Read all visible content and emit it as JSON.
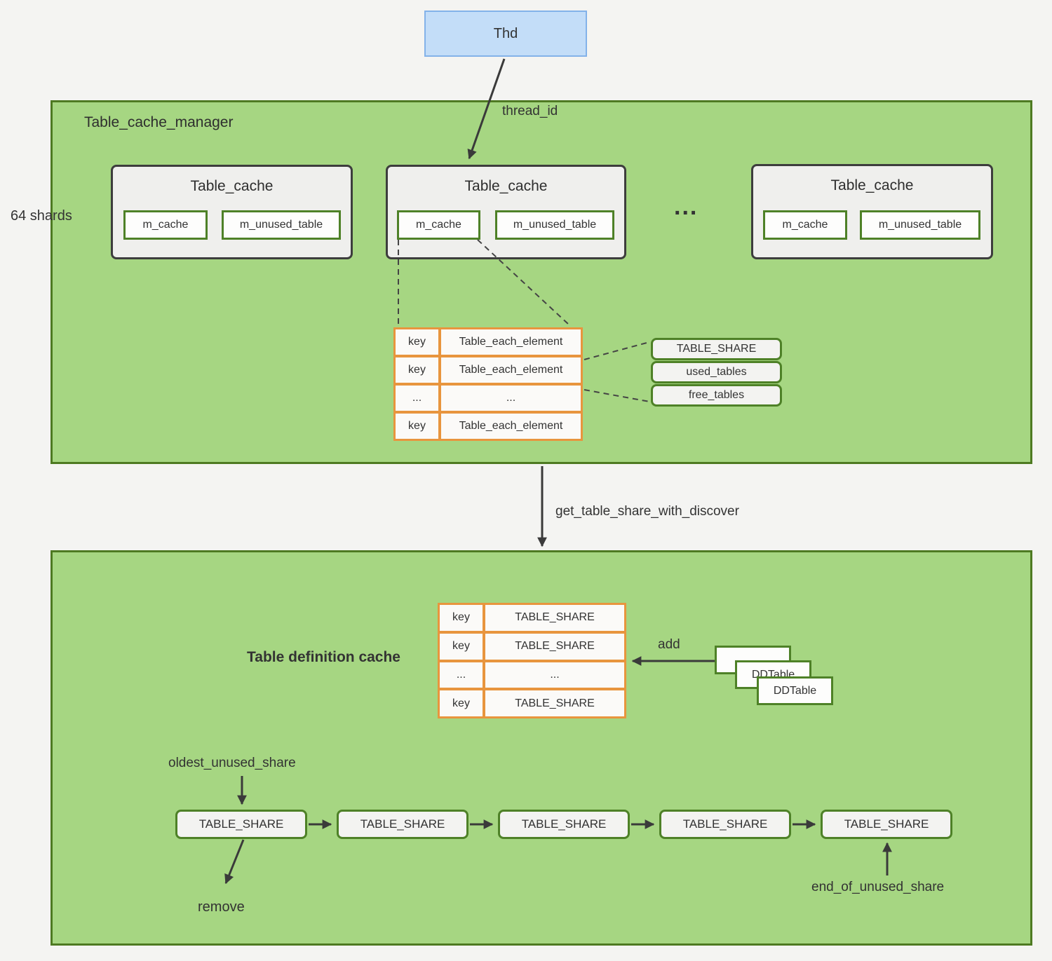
{
  "colors": {
    "background": "#f4f4f2",
    "panel_green": "#a6d682",
    "panel_border": "#4e7a22",
    "card_fill": "#efefed",
    "card_border": "#3d3d3d",
    "node_border_green": "#4e8127",
    "node_fill": "#f3f3f1",
    "orange": "#e8953e",
    "thd_fill": "#c3ddf8",
    "thd_border": "#83b2e9",
    "arrow": "#3a3a3a"
  },
  "thd": {
    "label": "Thd"
  },
  "labels": {
    "thread_id": "thread_id",
    "get_table_share": "get_table_share_with_discover",
    "add": "add",
    "remove": "remove",
    "oldest_unused_share": "oldest_unused_share",
    "end_of_unused_share": "end_of_unused_share",
    "shards": "64 shards",
    "ellipsis": "..."
  },
  "manager": {
    "title": "Table_cache_manager",
    "caches": [
      {
        "title": "Table_cache",
        "m_cache": "m_cache",
        "m_unused_table": "m_unused_table"
      },
      {
        "title": "Table_cache",
        "m_cache": "m_cache",
        "m_unused_table": "m_unused_table"
      },
      {
        "title": "Table_cache",
        "m_cache": "m_cache",
        "m_unused_table": "m_unused_table"
      }
    ],
    "hash_table": {
      "rows": [
        [
          "key",
          "Table_each_element"
        ],
        [
          "key",
          "Table_each_element"
        ],
        [
          "...",
          "..."
        ],
        [
          "key",
          "Table_each_element"
        ]
      ]
    },
    "share_stack": [
      "TABLE_SHARE",
      "used_tables",
      "free_tables"
    ]
  },
  "definition_cache": {
    "title": "Table definition cache",
    "hash_table": {
      "rows": [
        [
          "key",
          "TABLE_SHARE"
        ],
        [
          "key",
          "TABLE_SHARE"
        ],
        [
          "...",
          "..."
        ],
        [
          "key",
          "TABLE_SHARE"
        ]
      ]
    },
    "ddtable_label": "DDTable",
    "lru": [
      "TABLE_SHARE",
      "TABLE_SHARE",
      "TABLE_SHARE",
      "TABLE_SHARE",
      "TABLE_SHARE"
    ]
  }
}
